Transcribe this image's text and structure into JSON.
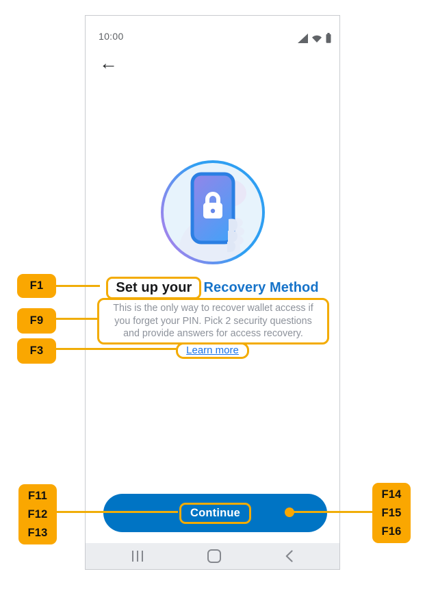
{
  "status_bar": {
    "time": "10:00"
  },
  "header": {
    "back_icon": "←"
  },
  "content": {
    "title_highlight": "Set up your",
    "title_rest": "Recovery Method",
    "description_lines": [
      "This is the only way to recover wallet access if",
      "you forget your PIN. Pick 2 security questions",
      "and provide answers for access recovery."
    ],
    "learn_more_link": "Learn more",
    "continue_button": "Continue"
  },
  "annotations": {
    "f1": "F1",
    "f9": "F9",
    "f3": "F3",
    "left_group": [
      "F11",
      "F12",
      "F13"
    ],
    "right_group": [
      "F14",
      "F15",
      "F16"
    ]
  },
  "colors": {
    "annotation_yellow": "#FAA701",
    "button_blue": "#0074C4",
    "heading_blue": "#1673C9",
    "link_blue": "#1A73E8",
    "ring_purple": "#A583EC",
    "ring_blue": "#2F9FF2"
  }
}
